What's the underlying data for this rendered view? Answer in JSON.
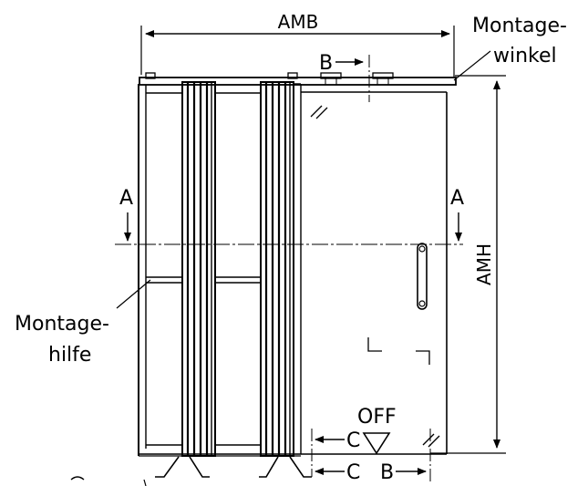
{
  "labels": {
    "amb": "AMB",
    "amh": "AMH",
    "montagewinkel_line1": "Montage-",
    "montagewinkel_line2": "winkel",
    "montagehilfe_line1": "Montage-",
    "montagehilfe_line2": "hilfe",
    "section_a_left": "A",
    "section_a_right": "A",
    "section_b_top": "B",
    "section_b_bottom": "B",
    "section_c_upper": "C",
    "section_c_lower": "C",
    "off": "OFF"
  }
}
